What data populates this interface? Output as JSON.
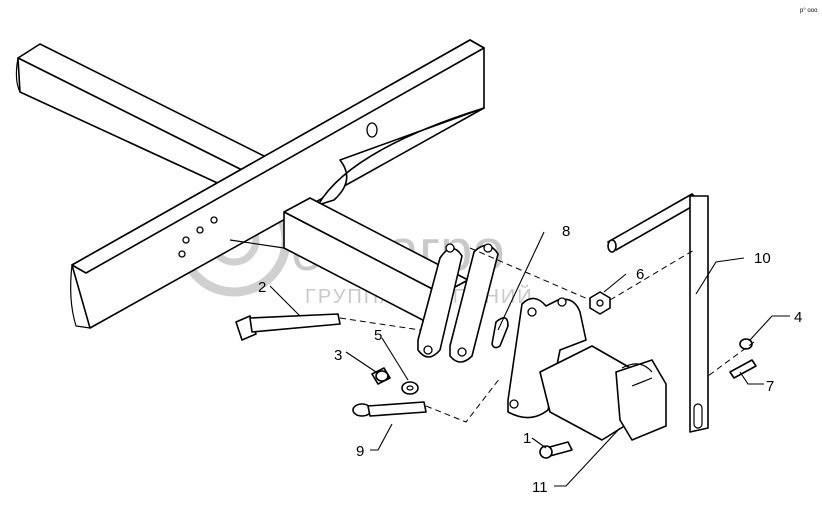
{
  "watermark": {
    "brand": "белагро",
    "subtitle": "ГРУППА КОМПАНИЙ"
  },
  "corner_note": "p° ooo",
  "callouts": [
    {
      "id": "1",
      "label": "1"
    },
    {
      "id": "2",
      "label": "2"
    },
    {
      "id": "3",
      "label": "3"
    },
    {
      "id": "4",
      "label": "4"
    },
    {
      "id": "5",
      "label": "5"
    },
    {
      "id": "6",
      "label": "6"
    },
    {
      "id": "7",
      "label": "7"
    },
    {
      "id": "8",
      "label": "8"
    },
    {
      "id": "9",
      "label": "9"
    },
    {
      "id": "10",
      "label": "10"
    },
    {
      "id": "11",
      "label": "11"
    }
  ]
}
